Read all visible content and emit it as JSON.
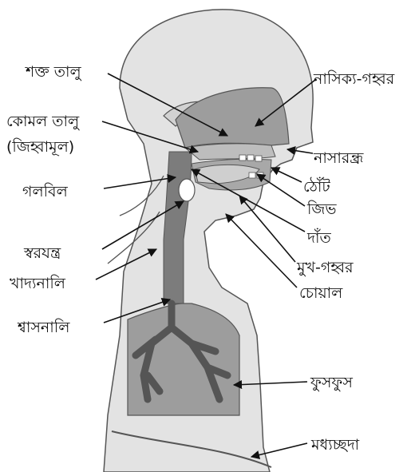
{
  "labels": {
    "hard_palate": "শক্ত তালু",
    "nasal_cavity": "নাসিক্য-গহ্বর",
    "soft_palate": "কোমল তালু",
    "velum": "(জিহ্বামূল)",
    "nostril": "নাসারন্ধ্র",
    "pharynx": "গলবিল",
    "lips": "ঠোঁট",
    "tongue": "জিভ",
    "larynx": "স্বরযন্ত্র",
    "teeth": "দাঁত",
    "mouth_cavity": "মুখ-গহ্বর",
    "esophagus": "খাদ্যনালি",
    "jaw": "চোয়াল",
    "trachea": "শ্বাসনালি",
    "lungs": "ফুসফুস",
    "diaphragm": "মধ্যচ্ছদা"
  },
  "colors": {
    "head_fill": "#e3e3e3",
    "organ_fill": "#9d9d9d",
    "dark_fill": "#6e6e6e",
    "outline": "#555555"
  }
}
